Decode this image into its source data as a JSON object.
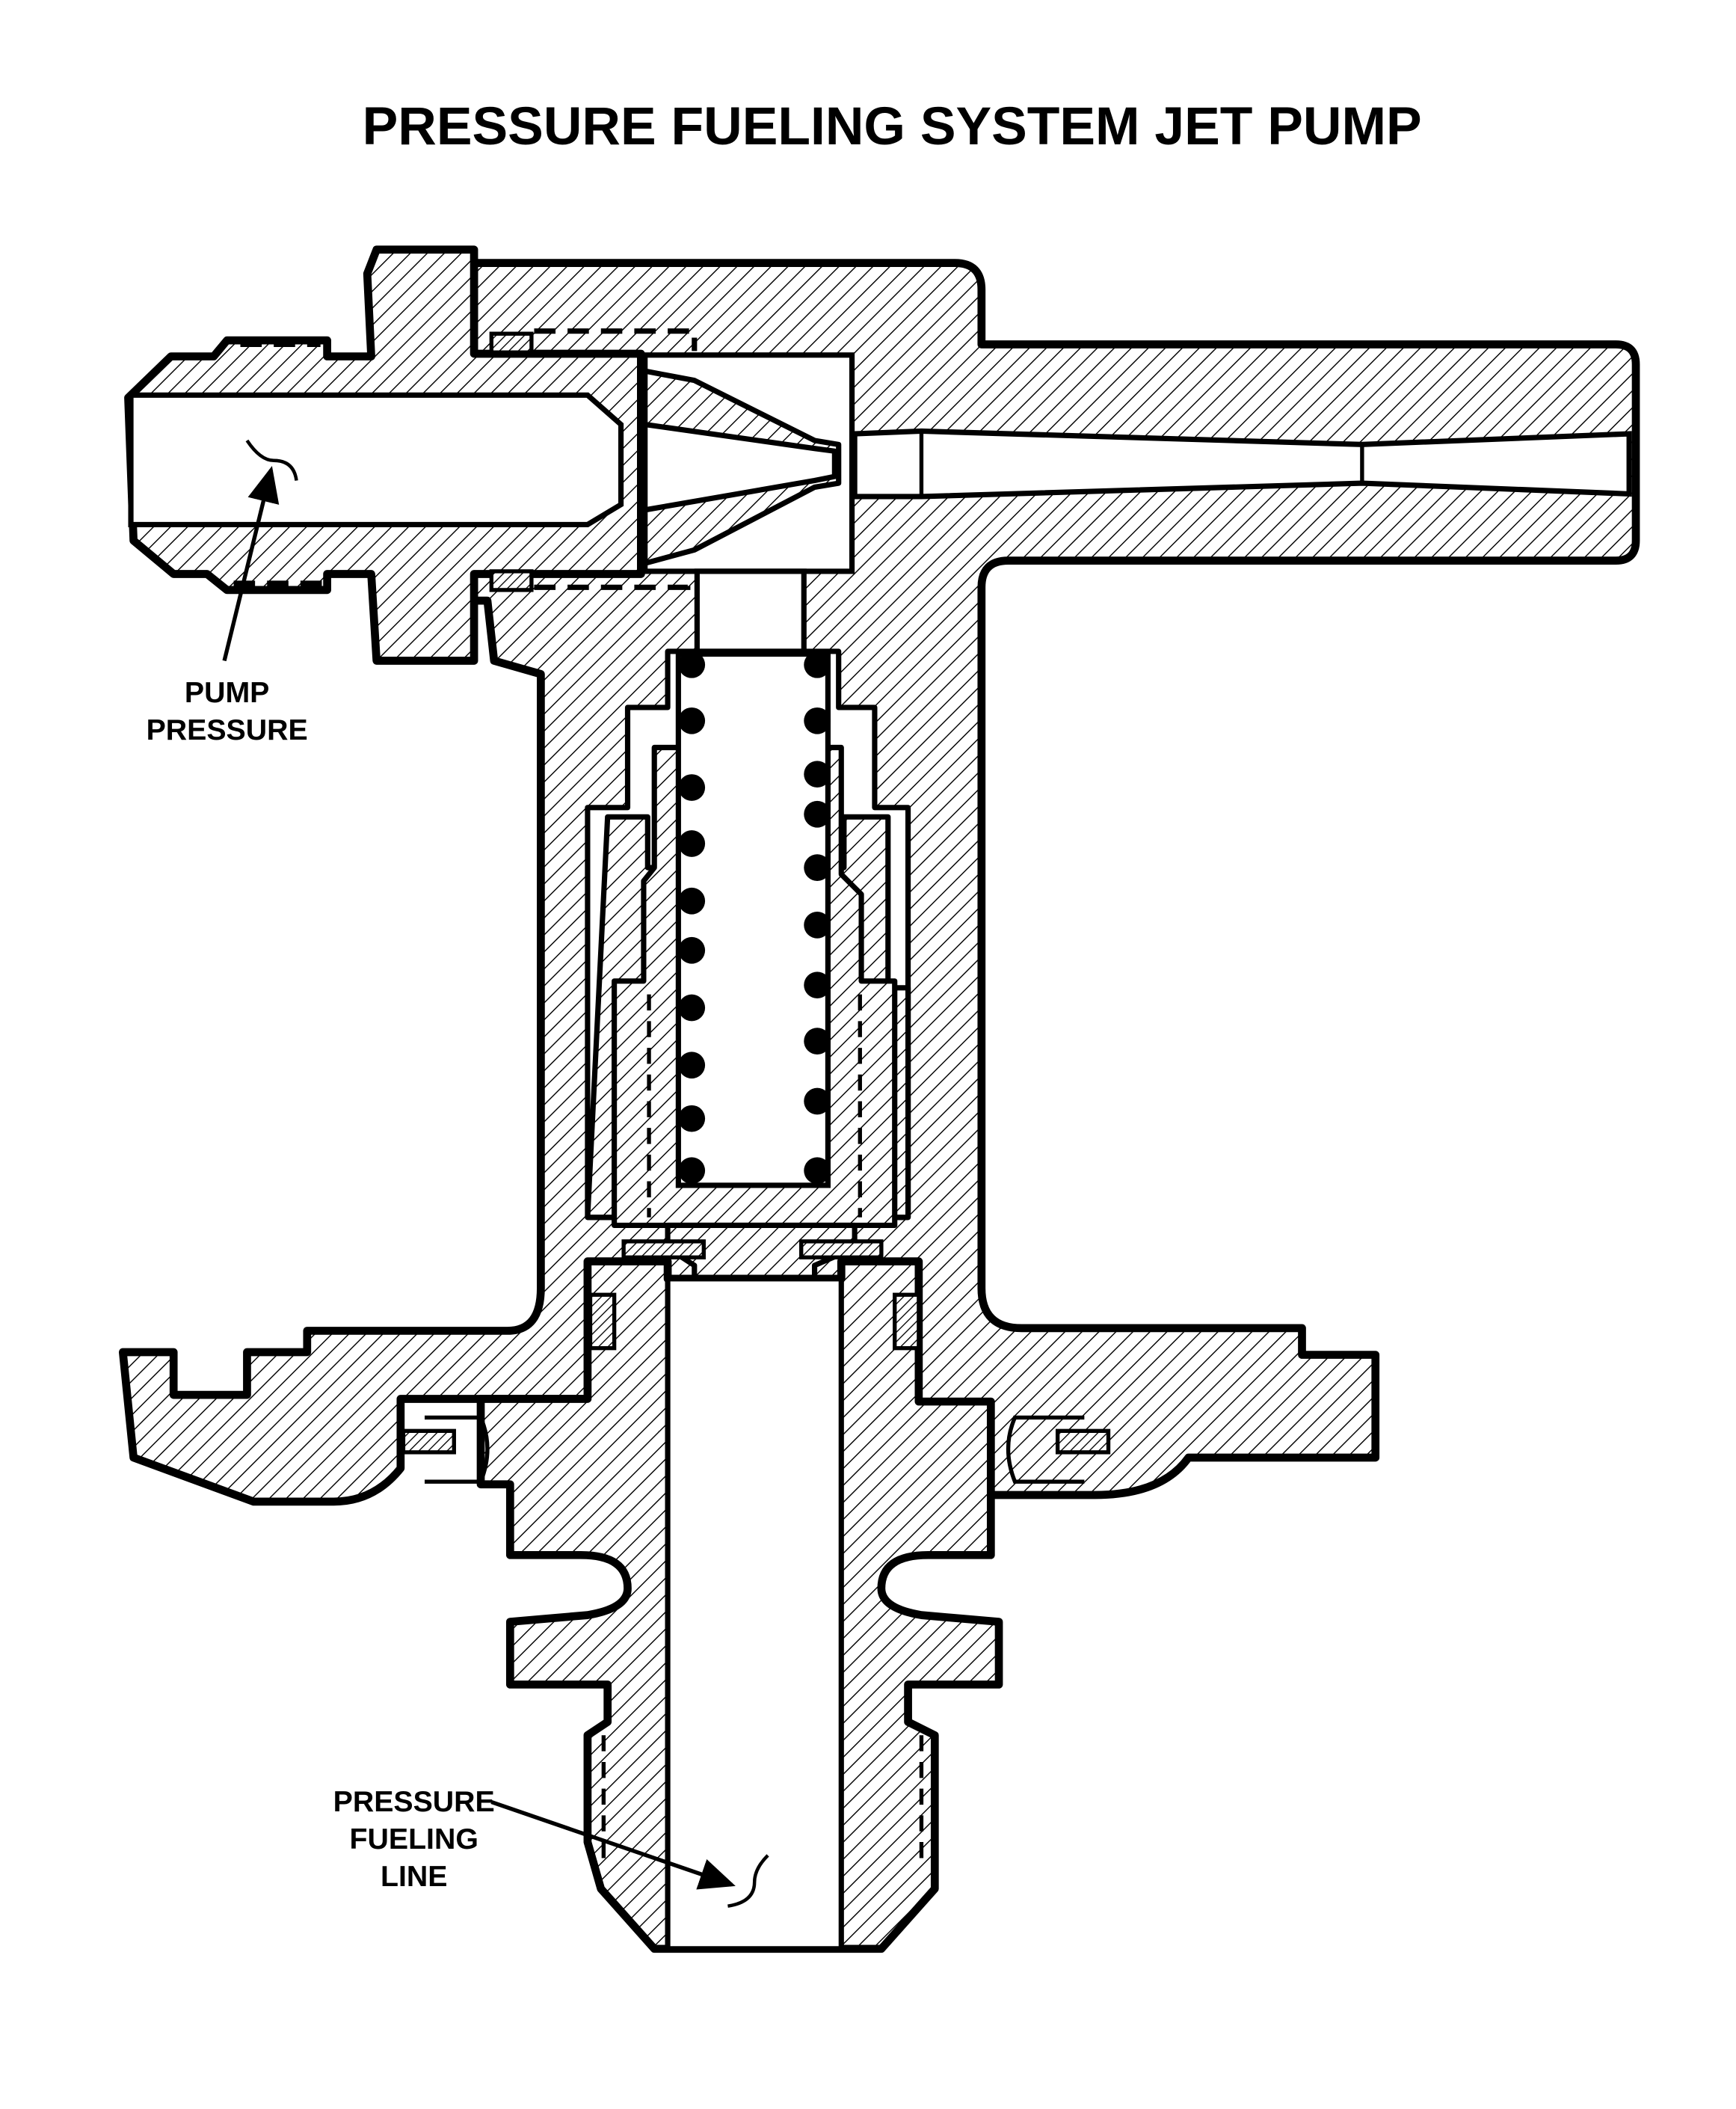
{
  "title": "PRESSURE FUELING SYSTEM JET PUMP",
  "labels": {
    "pump_pressure": [
      "PUMP",
      "PRESSURE"
    ],
    "pressure_fueling_line": [
      "PRESSURE",
      "FUELING",
      "LINE"
    ]
  },
  "colors": {
    "ink": "#000000",
    "paper": "#ffffff"
  }
}
